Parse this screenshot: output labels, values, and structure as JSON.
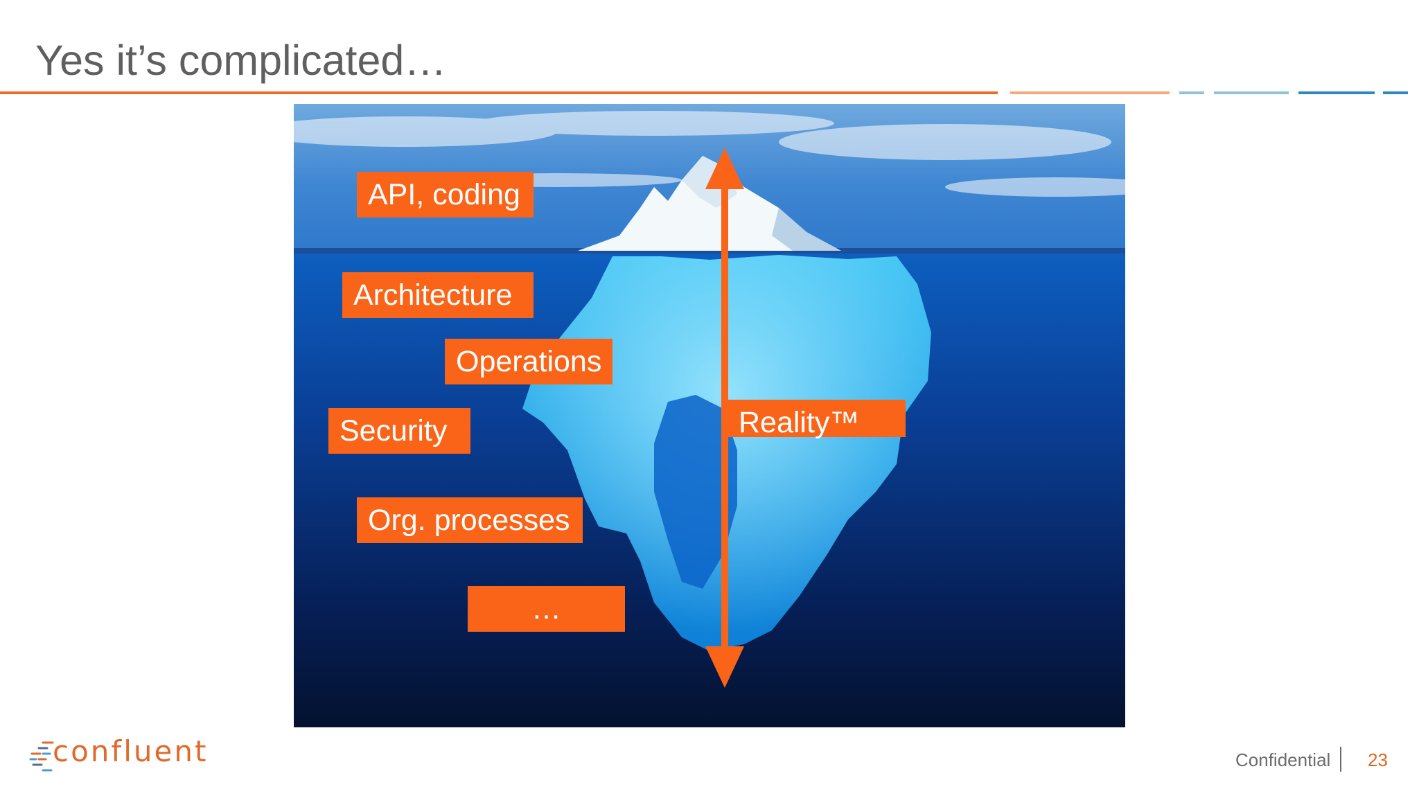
{
  "slide": {
    "title": "Yes it’s complicated…",
    "labels": {
      "api": "API, coding",
      "architecture": "Architecture",
      "operations": "Operations",
      "security": "Security",
      "org": "Org. processes",
      "more": "…",
      "reality": "Reality™"
    }
  },
  "footer": {
    "logo_text": "confluent",
    "confidential": "Confidential",
    "page_number": "23"
  },
  "colors": {
    "accent_orange": "#fa6419",
    "title_gray": "#5f5f5f",
    "rule_light_orange": "#f6a878",
    "rule_light_blue": "#8fc3dc",
    "rule_blue": "#2c89b9"
  },
  "icons": [
    "confluent-logo-icon",
    "double-headed-arrow"
  ]
}
